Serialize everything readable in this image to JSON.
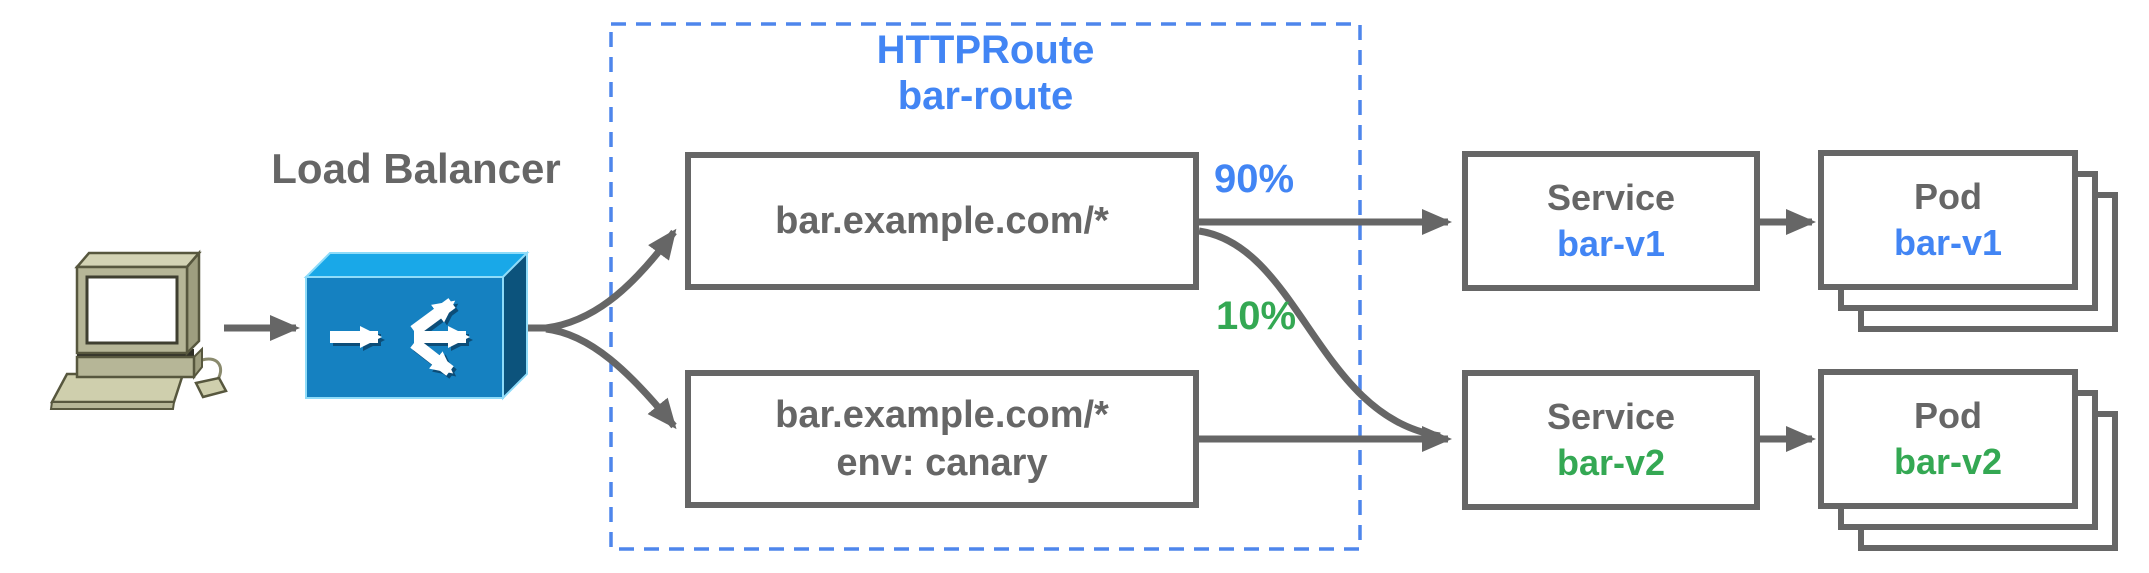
{
  "labels": {
    "load_balancer": "Load Balancer"
  },
  "icons": {
    "client": "desktop-computer-icon",
    "load_balancer": "load-balancer-box-icon"
  },
  "httproute": {
    "kind": "HTTPRoute",
    "name": "bar-route",
    "rules": [
      {
        "host": "bar.example.com/*",
        "weight": "90%"
      },
      {
        "host": "bar.example.com/*",
        "header": "env: canary",
        "weight": "10%"
      }
    ]
  },
  "services": [
    {
      "type": "Service",
      "name": "bar-v1"
    },
    {
      "type": "Service",
      "name": "bar-v2"
    }
  ],
  "pods": [
    {
      "type": "Pod",
      "name": "bar-v1"
    },
    {
      "type": "Pod",
      "name": "bar-v2"
    }
  ],
  "colors": {
    "blue": "#4285f4",
    "green": "#34a853",
    "gray": "#666666",
    "dashed_border": "#4e86ec",
    "lb_top": "#19a8e8",
    "lb_front": "#1581c1",
    "lb_side": "#0c537c",
    "computer_body": "#b6b697"
  }
}
